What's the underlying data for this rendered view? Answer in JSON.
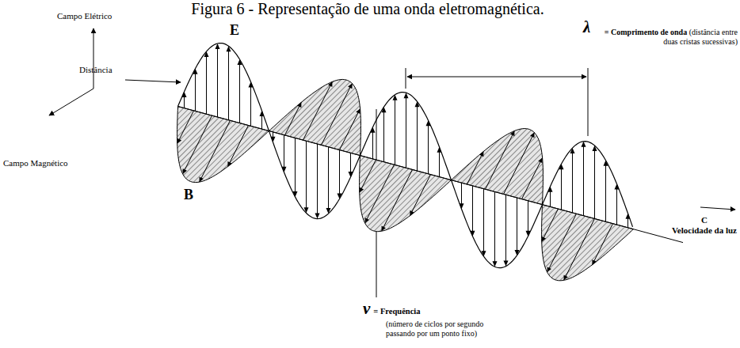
{
  "diagram": {
    "title": "Figura 6 - Representação de uma onda eletromagnética.",
    "labels": [
      "Campo Elétrico",
      "E",
      "λ",
      "= Comprimento de onda",
      "(distância entre duas cristas sucessivas)",
      "Distância",
      "Campo Magnético",
      "B",
      "C",
      "Velocidade da luz",
      "ν",
      "= Frequência",
      "(número de ciclos por segundo passando por um ponto fixo)"
    ]
  }
}
